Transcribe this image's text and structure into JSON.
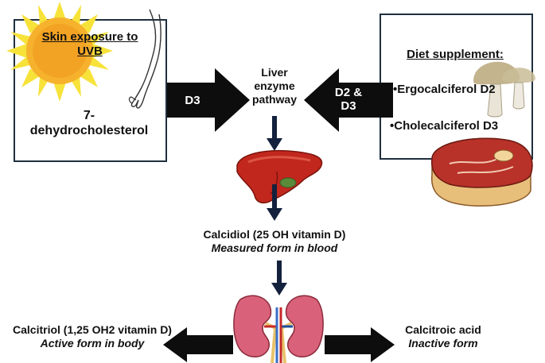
{
  "left_box": {
    "heading_line1": "Skin exposure to",
    "heading_line2": "UVB",
    "compound_line1": "7-",
    "compound_line2": "dehydrocholesterol"
  },
  "right_box": {
    "heading": "Diet supplement:",
    "item1": "•Ergocalciferol D2",
    "item2": "•Cholecalciferol D3"
  },
  "arrows": {
    "left_label": "D3",
    "right_label_line1": "D2 &",
    "right_label_line2": "D3"
  },
  "liver": {
    "line1": "Liver",
    "line2": "enzyme",
    "line3": "pathway"
  },
  "calcidiol": {
    "line1": "Calcidiol (25 OH vitamin D)",
    "line2": "Measured form in blood"
  },
  "calcitriol": {
    "line1": "Calcitriol (1,25 OH2 vitamin D)",
    "line2": "Active form in body"
  },
  "calcitroic": {
    "line1": "Calcitroic acid",
    "line2": "Inactive form"
  },
  "colors": {
    "arrow_dark": "#0d0d0d",
    "arrow_navy": "#14213d",
    "box_border": "#1f2f3f",
    "sun_yellow": "#f7e23a",
    "sun_orange": "#f29a1e",
    "liver_red": "#c1271d",
    "kidney_pink": "#d9627a",
    "meat_red": "#b8322a"
  },
  "icons": [
    "sun-icon",
    "arm-icon",
    "mushroom-icon",
    "steak-icon",
    "liver-icon",
    "kidneys-icon"
  ]
}
